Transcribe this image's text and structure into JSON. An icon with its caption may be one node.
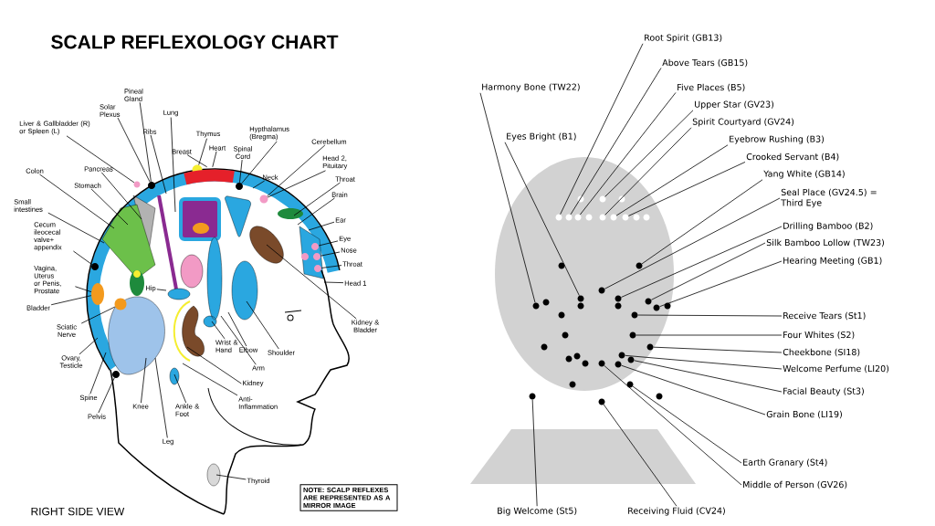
{
  "diagram": {
    "title": "SCALP REFLEXOLOGY CHART",
    "nodes": [
      {
        "text": [
          "Pineal Gland"
        ]
      },
      {
        "text": [
          "Solar Plexus"
        ]
      },
      {
        "text": [
          "Lung"
        ]
      },
      {
        "text": [
          "Liver & Gallbladder (R) or Spleen (L)"
        ]
      },
      {
        "text": [
          "Ribs"
        ]
      },
      {
        "text": [
          "Thymus"
        ]
      },
      {
        "text": [
          "Breast"
        ]
      },
      {
        "text": [
          "Heart"
        ]
      },
      {
        "text": [
          "Spinal Cord"
        ]
      },
      {
        "text": [
          "Hypthalamus (Bregma)"
        ]
      },
      {
        "text": [
          "Cerebellum"
        ]
      },
      {
        "text": [
          "Head 2, Pituitary"
        ]
      },
      {
        "text": [
          "Neck"
        ]
      },
      {
        "text": [
          "Throat"
        ]
      },
      {
        "text": [
          "Brain"
        ]
      },
      {
        "text": [
          "Ear"
        ]
      },
      {
        "text": [
          "Eye"
        ]
      },
      {
        "text": [
          "Nose"
        ]
      },
      {
        "text": [
          "Throat"
        ]
      },
      {
        "text": [
          "Head 1"
        ]
      },
      {
        "text": [
          "Kidney & Bladder"
        ]
      },
      {
        "text": [
          "Colon"
        ]
      },
      {
        "text": [
          "Pancreas"
        ]
      },
      {
        "text": [
          "Stomach"
        ]
      },
      {
        "text": [
          "Small intestines"
        ]
      },
      {
        "text": [
          "Cecum ileocecal valve+ appendix"
        ]
      },
      {
        "text": [
          "Vagina, Uterus or Penis, Prostate"
        ]
      },
      {
        "text": [
          "Hip"
        ]
      },
      {
        "text": [
          "Bladder"
        ]
      },
      {
        "text": [
          "Sciatic Nerve"
        ]
      },
      {
        "text": [
          "Ovary, Testicle"
        ]
      },
      {
        "text": [
          "Spine"
        ]
      },
      {
        "text": [
          "Pelvis"
        ]
      },
      {
        "text": [
          "Knee"
        ]
      },
      {
        "text": [
          "Leg"
        ]
      },
      {
        "text": [
          "Ankle & Foot"
        ]
      },
      {
        "text": [
          "Wrist & Hand"
        ]
      },
      {
        "text": [
          "Elbow"
        ]
      },
      {
        "text": [
          "Shoulder"
        ]
      },
      {
        "text": [
          "Arm"
        ]
      },
      {
        "text": [
          "Kidney"
        ]
      },
      {
        "text": [
          "Anti-Inflammation"
        ]
      },
      {
        "text": [
          "Thyroid"
        ]
      },
      {
        "text": [
          "NOTE: SCALP REFLEXES ARE REPRESENTED AS A MIRROR IMAGE"
        ]
      },
      {
        "text": [
          "Root Spirit (GB13)"
        ]
      },
      {
        "text": [
          "Above Tears (GB15)"
        ]
      },
      {
        "text": [
          "Harmony Bone (TW22)"
        ]
      },
      {
        "text": [
          "Five Places (B5)"
        ]
      },
      {
        "text": [
          "Upper Star (GV23)"
        ]
      },
      {
        "text": [
          "Spirit Courtyard (GV24)"
        ]
      },
      {
        "text": [
          "Eyes Bright (B1)"
        ]
      },
      {
        "text": [
          "Eyebrow Rushing (B3)"
        ]
      },
      {
        "text": [
          "Crooked Servant (B4)"
        ]
      },
      {
        "text": [
          "Yang White (GB14)"
        ]
      },
      {
        "text": [
          "Seal Place (GV24.5) = Third Eye"
        ]
      },
      {
        "text": [
          "Drilling Bamboo (B2)"
        ]
      },
      {
        "text": [
          "Silk Bamboo Lollow (TW23)"
        ]
      },
      {
        "text": [
          "Hearing Meeting (GB1)"
        ]
      },
      {
        "text": [
          "Receive Tears (St1)"
        ]
      },
      {
        "text": [
          "Four Whites (S2)"
        ]
      },
      {
        "text": [
          "Cheekbone (SI18)"
        ]
      },
      {
        "text": [
          "Welcome Perfume (LI20)"
        ]
      },
      {
        "text": [
          "Facial Beauty (St3)"
        ]
      },
      {
        "text": [
          "Grain Bone (LI19)"
        ]
      },
      {
        "text": [
          "Earth Granary (St4)"
        ]
      },
      {
        "text": [
          "Middle of Person (GV26)"
        ]
      },
      {
        "text": [
          "Big Welcome (St5)"
        ]
      },
      {
        "text": [
          "Receiving Fluid (CV24)"
        ]
      },
      {
        "text": [],
        "shape": "circle"
      },
      {
        "text": [],
        "shape": "circle"
      },
      {
        "text": [],
        "shape": "circle"
      },
      {
        "text": [],
        "shape": "bar"
      },
      {
        "text": [],
        "shape": "circle"
      },
      {
        "text": [],
        "shape": "circle"
      },
      {
        "text": [],
        "shape": "circle"
      },
      {
        "text": [],
        "shape": "circle"
      },
      {
        "text": [],
        "shape": "circle"
      },
      {
        "text": [],
        "shape": "circle"
      },
      {
        "text": [],
        "shape": "circle"
      },
      {
        "text": [],
        "shape": "circle"
      },
      {
        "text": [],
        "shape": "circle"
      },
      {
        "text": [],
        "shape": "circle"
      },
      {
        "text": [],
        "shape": "circle"
      },
      {
        "text": [],
        "shape": "circle"
      },
      {
        "text": [],
        "shape": "circle"
      },
      {
        "text": [],
        "shape": "circle"
      },
      {
        "text": [],
        "shape": "circle"
      },
      {
        "text": [],
        "shape": "circle"
      },
      {
        "text": [],
        "shape": "circle"
      },
      {
        "text": [],
        "shape": "circle"
      },
      {
        "text": [],
        "shape": "circle"
      },
      {
        "text": [],
        "shape": "circle"
      },
      {
        "text": [],
        "shape": "circle"
      },
      {
        "text": [],
        "shape": "circle"
      },
      {
        "text": [],
        "shape": "circle"
      },
      {
        "text": [],
        "shape": "circle"
      },
      {
        "text": [],
        "shape": "circle"
      },
      {
        "text": [],
        "shape": "circle"
      },
      {
        "text": [],
        "shape": "circle"
      },
      {
        "text": [],
        "shape": "circle"
      },
      {
        "text": [],
        "shape": "circle"
      },
      {
        "text": [],
        "shape": "circle"
      },
      {
        "text": [],
        "shape": "circle"
      },
      {
        "text": [],
        "shape": "circle"
      },
      {
        "text": [],
        "shape": "circle"
      }
    ],
    "edges": [
      {
        "from": 0,
        "to": 68,
        "arrow": "none"
      },
      {
        "from": 1,
        "to": 68,
        "arrow": "none"
      },
      {
        "from": 2,
        "to": null,
        "arrow": "none"
      },
      {
        "from": 3,
        "to": 69,
        "arrow": "none"
      },
      {
        "from": 4,
        "to": null,
        "arrow": "none"
      },
      {
        "from": 5,
        "to": 70,
        "arrow": "none"
      },
      {
        "from": 6,
        "to": 71,
        "arrow": "none"
      },
      {
        "from": 7,
        "to": 71,
        "arrow": "none"
      },
      {
        "from": 8,
        "to": 72,
        "arrow": "none"
      },
      {
        "from": 9,
        "to": 72,
        "arrow": "none"
      },
      {
        "from": 10,
        "to": 73,
        "arrow": "none"
      },
      {
        "from": 11,
        "to": 73,
        "arrow": "none"
      },
      {
        "from": 12,
        "to": null,
        "arrow": "none"
      },
      {
        "from": 13,
        "to": null,
        "arrow": "none"
      },
      {
        "from": 14,
        "to": null,
        "arrow": "none"
      },
      {
        "from": 15,
        "to": null,
        "arrow": "none"
      },
      {
        "from": 16,
        "to": 74,
        "arrow": "none"
      },
      {
        "from": 17,
        "to": 75,
        "arrow": "none"
      },
      {
        "from": 18,
        "to": 76,
        "arrow": "none"
      },
      {
        "from": 19,
        "to": null,
        "arrow": "none"
      },
      {
        "from": 20,
        "to": null,
        "arrow": "none"
      },
      {
        "from": 21,
        "to": null,
        "arrow": "none"
      },
      {
        "from": 22,
        "to": null,
        "arrow": "none"
      },
      {
        "from": 23,
        "to": null,
        "arrow": "none"
      },
      {
        "from": 24,
        "to": null,
        "arrow": "none"
      },
      {
        "from": 25,
        "to": 77,
        "arrow": "none"
      },
      {
        "from": 26,
        "to": 104,
        "arrow": "none"
      },
      {
        "from": 27,
        "to": null,
        "arrow": "none"
      },
      {
        "from": 28,
        "to": 104,
        "arrow": "none"
      },
      {
        "from": 29,
        "to": 103,
        "arrow": "none"
      },
      {
        "from": 30,
        "to": null,
        "arrow": "none"
      },
      {
        "from": 31,
        "to": null,
        "arrow": "none"
      },
      {
        "from": 32,
        "to": 78,
        "arrow": "none"
      },
      {
        "from": 33,
        "to": null,
        "arrow": "none"
      },
      {
        "from": 34,
        "to": null,
        "arrow": "none"
      },
      {
        "from": 35,
        "to": null,
        "arrow": "none"
      },
      {
        "from": 36,
        "to": null,
        "arrow": "none"
      },
      {
        "from": 37,
        "to": null,
        "arrow": "none"
      },
      {
        "from": 38,
        "to": null,
        "arrow": "none"
      },
      {
        "from": 39,
        "to": null,
        "arrow": "none"
      },
      {
        "from": 40,
        "to": null,
        "arrow": "none"
      },
      {
        "from": 41,
        "to": null,
        "arrow": "none"
      },
      {
        "from": 42,
        "to": null,
        "arrow": "none"
      },
      {
        "from": 44,
        "to": 79,
        "arrow": "none"
      },
      {
        "from": 45,
        "to": 80,
        "arrow": "none"
      },
      {
        "from": 46,
        "to": 81,
        "arrow": "none"
      },
      {
        "from": 47,
        "to": 82,
        "arrow": "none"
      },
      {
        "from": 48,
        "to": 83,
        "arrow": "none"
      },
      {
        "from": 49,
        "to": 84,
        "arrow": "none"
      },
      {
        "from": 50,
        "to": 85,
        "arrow": "none"
      },
      {
        "from": 51,
        "to": 86,
        "arrow": "none"
      },
      {
        "from": 52,
        "to": 87,
        "arrow": "none"
      },
      {
        "from": 53,
        "to": 88,
        "arrow": "none"
      },
      {
        "from": 54,
        "to": 89,
        "arrow": "none"
      },
      {
        "from": 55,
        "to": 90,
        "arrow": "none"
      },
      {
        "from": 56,
        "to": 91,
        "arrow": "none"
      },
      {
        "from": 57,
        "to": 92,
        "arrow": "none"
      },
      {
        "from": 58,
        "to": 93,
        "arrow": "none"
      },
      {
        "from": 59,
        "to": 94,
        "arrow": "none"
      },
      {
        "from": 60,
        "to": 95,
        "arrow": "none"
      },
      {
        "from": 61,
        "to": 96,
        "arrow": "none"
      },
      {
        "from": 62,
        "to": 97,
        "arrow": "none"
      },
      {
        "from": 63,
        "to": 98,
        "arrow": "none"
      },
      {
        "from": 64,
        "to": 99,
        "arrow": "none"
      },
      {
        "from": 65,
        "to": 100,
        "arrow": "none"
      },
      {
        "from": 66,
        "to": 101,
        "arrow": "none"
      },
      {
        "from": 67,
        "to": 102,
        "arrow": "none"
      }
    ],
    "labels": [
      "RIGHT SIDE VIEW"
    ]
  }
}
